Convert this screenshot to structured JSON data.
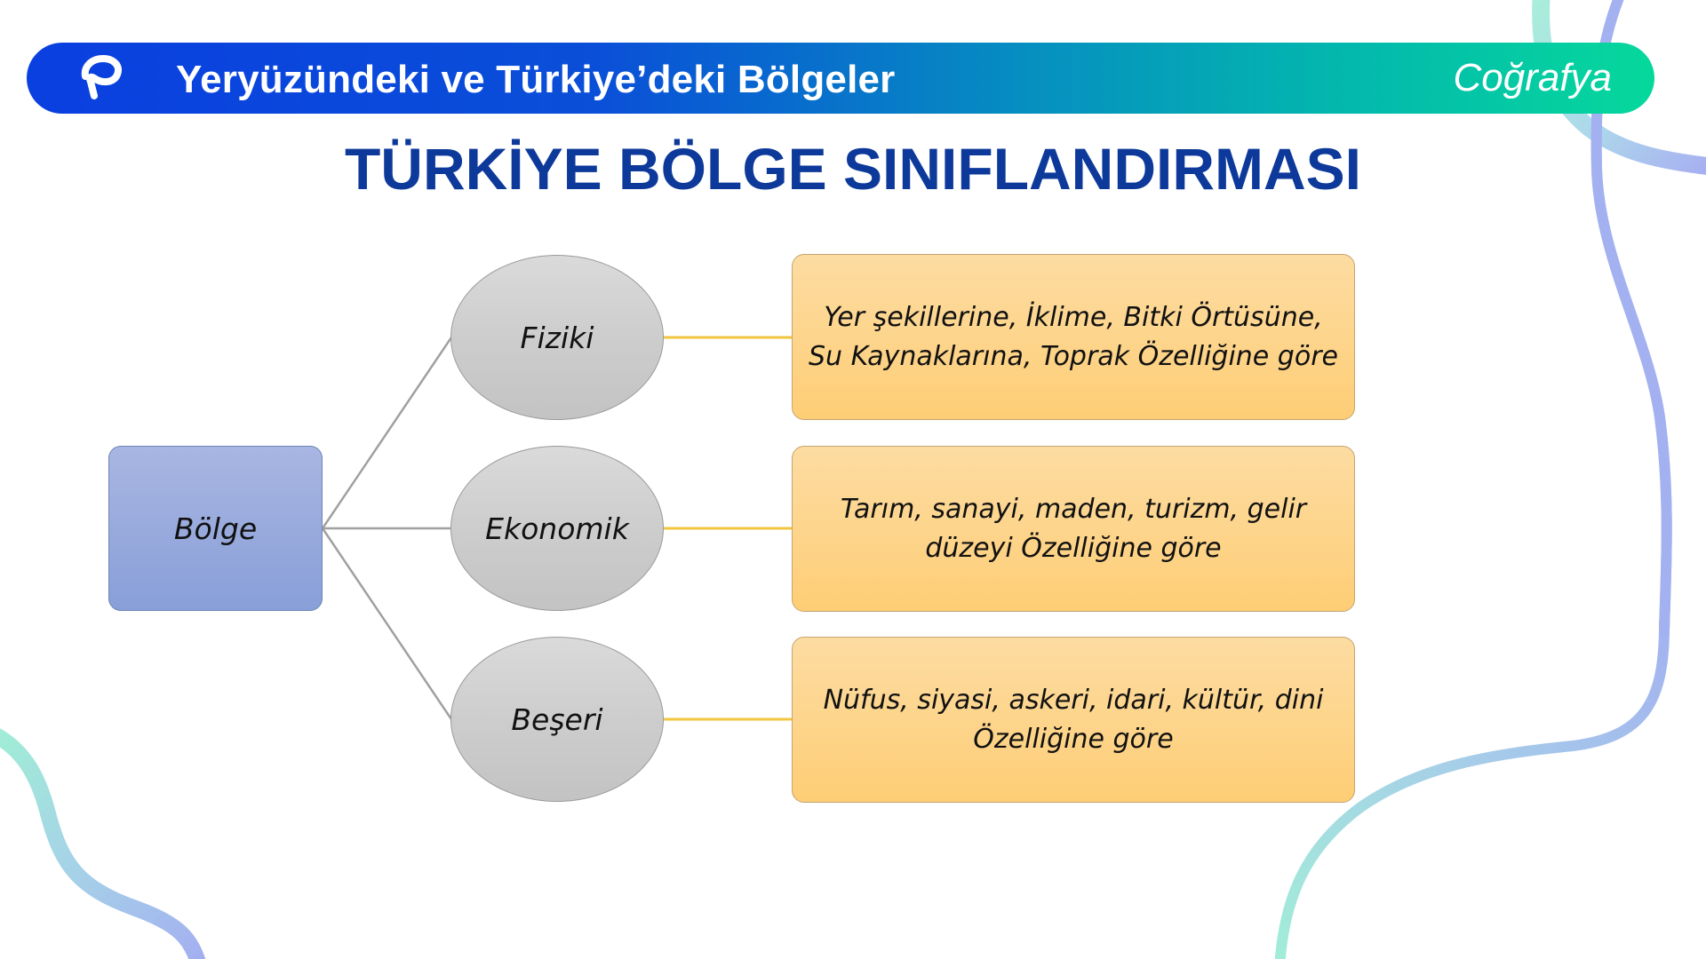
{
  "header": {
    "logo_icon": "brand-p-logo-icon",
    "title": "Yeryüzündeki ve Türkiye’deki Bölgeler",
    "subject": "Coğrafya",
    "gradient_start": "#0a3fe0",
    "gradient_end": "#06d89c"
  },
  "slide": {
    "title": "TÜRKİYE BÖLGE SINIFLANDIRMASI",
    "title_color": "#0d3a9a"
  },
  "diagram": {
    "root": {
      "label": "Bölge",
      "color": "#97a9dc"
    },
    "branches": [
      {
        "label": "Fiziki",
        "description": "Yer şekillerine, İklime, Bitki Örtüsüne, Su Kaynaklarına, Toprak Özelliğine göre"
      },
      {
        "label": "Ekonomik",
        "description": "Tarım, sanayi, maden, turizm,  gelir düzeyi Özelliğine göre"
      },
      {
        "label": "Beşeri",
        "description": "Nüfus, siyasi, askeri, idari, kültür, dini Özelliğine göre"
      }
    ],
    "branch_node_color": "#cdcdcd",
    "description_box_color": "#fdd48a",
    "connector_color_gray": "#a0a0a0",
    "connector_color_yellow": "#f3c53e"
  }
}
